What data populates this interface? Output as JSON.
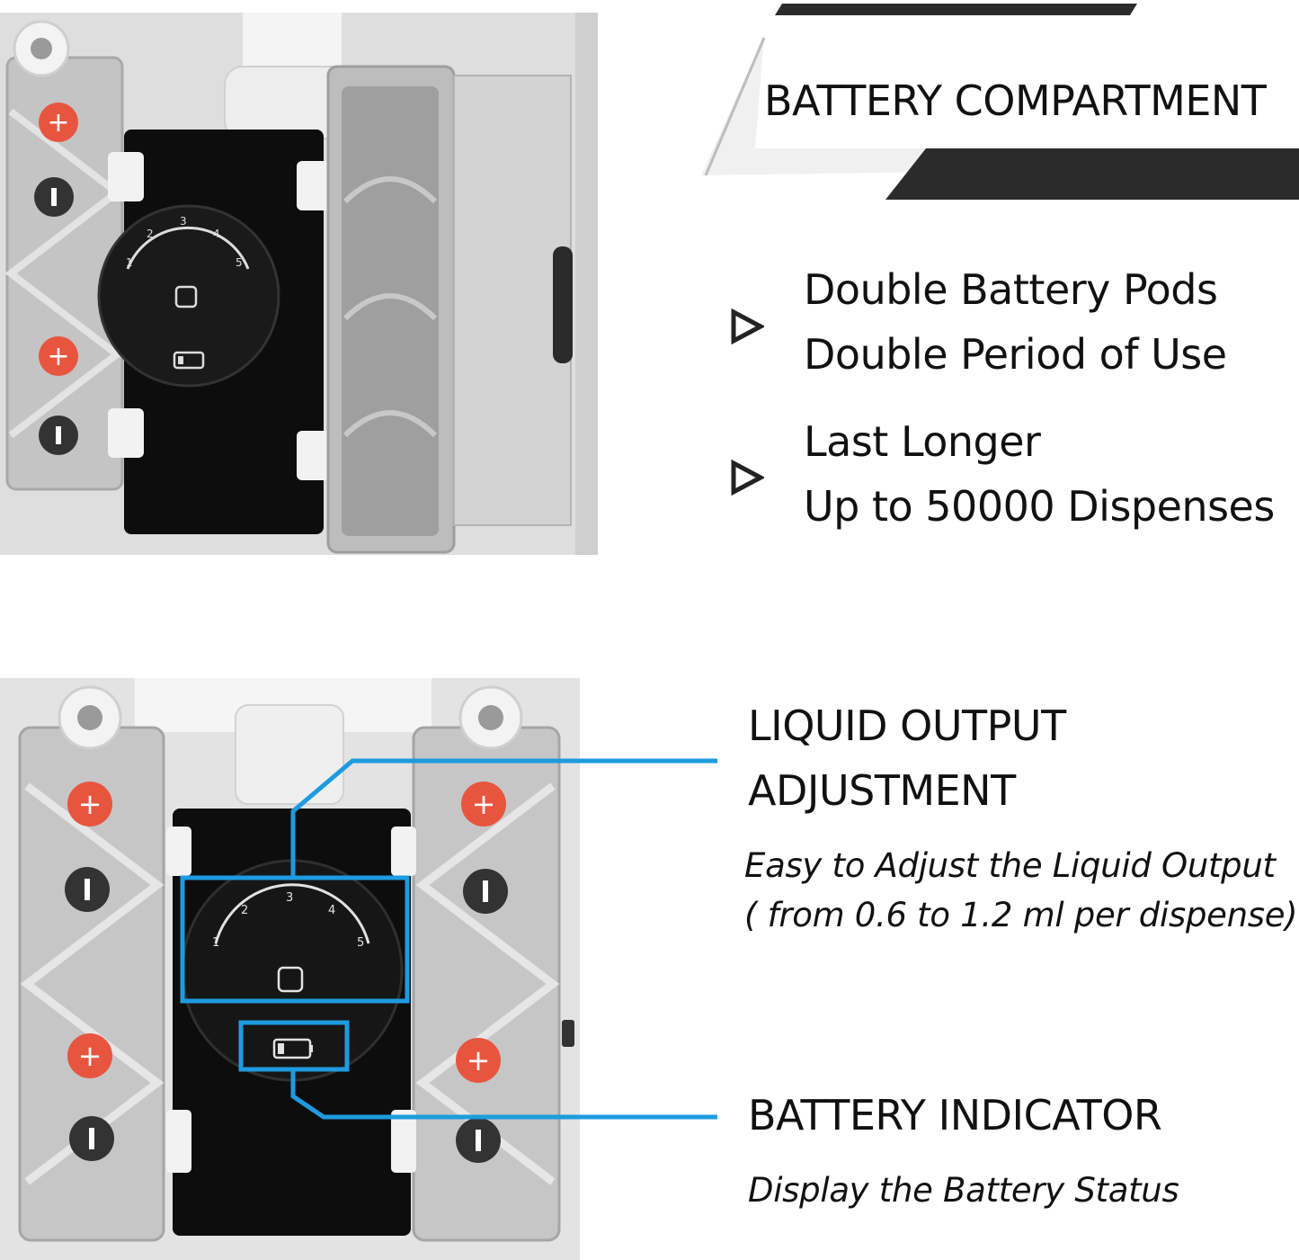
{
  "top": {
    "heading": "BATTERY COMPARTMENT",
    "features": [
      {
        "line1": "Double Battery Pods",
        "line2": "Double Period of Use",
        "bullet_icon": "play-triangle-icon"
      },
      {
        "line1": "Last Longer",
        "line2": "Up to 50000 Dispenses",
        "bullet_icon": "play-triangle-icon"
      }
    ],
    "dial_numbers": [
      "1",
      "2",
      "3",
      "4",
      "5"
    ]
  },
  "bottom": {
    "liquid_heading_line1": "LIQUID OUTPUT",
    "liquid_heading_line2": "ADJUSTMENT",
    "liquid_note_line1": "Easy to Adjust the Liquid Output",
    "liquid_note_line2": "( from 0.6 to 1.2 ml per dispense)",
    "battery_heading": "BATTERY INDICATOR",
    "battery_note": "Display the Battery Status",
    "dial_numbers": [
      "1",
      "2",
      "3",
      "4",
      "5"
    ]
  },
  "colors": {
    "callout_blue": "#1e9be0",
    "banner_dark": "#2b2b2b",
    "battery_plus": "#e8553f",
    "battery_minus": "#333333",
    "housing_gray": "#c9c9c9",
    "pump_black": "#0d0d0d"
  }
}
